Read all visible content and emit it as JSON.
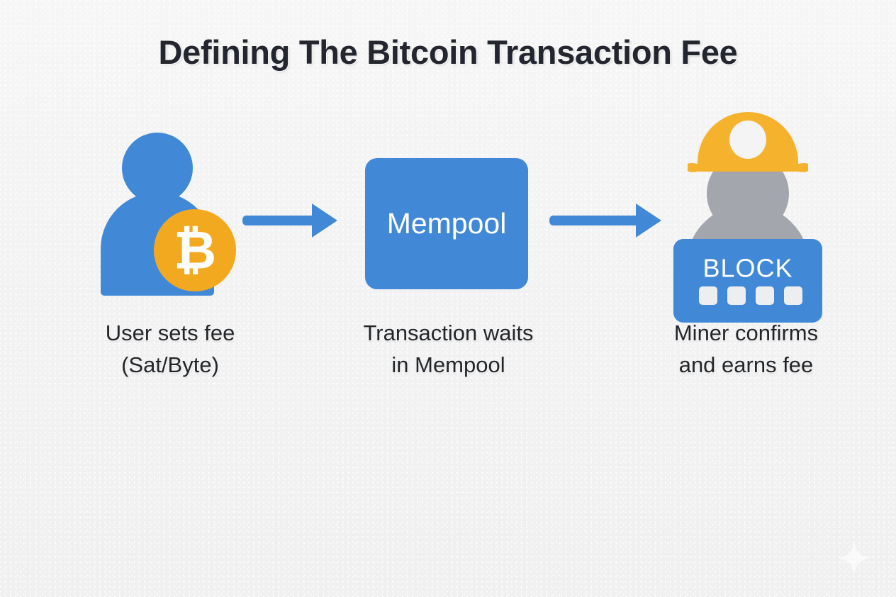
{
  "page": {
    "title": "Defining The Bitcoin Transaction Fee",
    "background_color": "#f4f4f4",
    "title_color": "#23262e"
  },
  "palette": {
    "blue": "#4189d6",
    "blue_dark": "#3a7cc4",
    "orange": "#f5ae2b",
    "orange_coin": "#f3a91f",
    "gray": "#a3a6ad",
    "white": "#ffffff",
    "block_square": "#eceef0"
  },
  "flow": {
    "steps": [
      {
        "id": "user",
        "icon": "user-with-bitcoin-coin-icon",
        "coin_symbol": "₿",
        "caption_lines": [
          "User sets fee",
          "(Sat/Byte)"
        ]
      },
      {
        "id": "mempool",
        "icon": "mempool-box",
        "box_label": "Mempool",
        "caption_lines": [
          "Transaction waits",
          "in Mempool"
        ]
      },
      {
        "id": "miner",
        "icon": "miner-with-block-icon",
        "box_label": "BLOCK",
        "block_squares": 4,
        "caption_lines": [
          "Miner confirms",
          "and earns fee"
        ]
      }
    ],
    "arrows": [
      {
        "id": "arrow-user-to-mempool",
        "direction": "right",
        "color": "#4189d6"
      },
      {
        "id": "arrow-mempool-to-miner",
        "direction": "right",
        "color": "#4189d6"
      }
    ]
  },
  "watermark": {
    "icon": "sparkle-icon",
    "color": "#ffffff"
  }
}
